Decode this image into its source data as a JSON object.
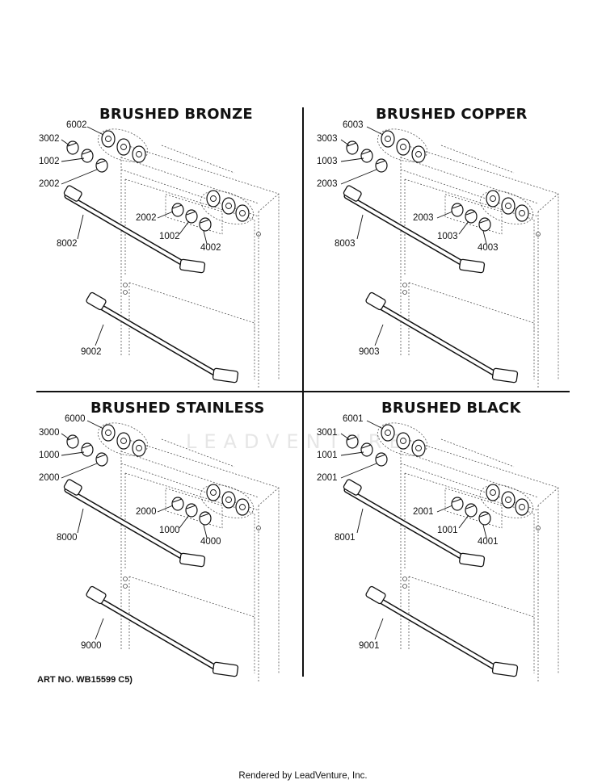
{
  "quadrants": [
    {
      "title": "BRUSHED BRONZE",
      "callouts": {
        "trim_ring": "6002",
        "knob_top": "3002",
        "knob_mid": "1002",
        "knob_low": "2002",
        "handle_upper": "8002",
        "panel_a": "2002",
        "panel_b": "1002",
        "panel_c": "4002",
        "handle_lower": "9002"
      }
    },
    {
      "title": "BRUSHED COPPER",
      "callouts": {
        "trim_ring": "6003",
        "knob_top": "3003",
        "knob_mid": "1003",
        "knob_low": "2003",
        "handle_upper": "8003",
        "panel_a": "2003",
        "panel_b": "1003",
        "panel_c": "4003",
        "handle_lower": "9003"
      }
    },
    {
      "title": "BRUSHED STAINLESS",
      "callouts": {
        "trim_ring": "6000",
        "knob_top": "3000",
        "knob_mid": "1000",
        "knob_low": "2000",
        "handle_upper": "8000",
        "panel_a": "2000",
        "panel_b": "1000",
        "panel_c": "4000",
        "handle_lower": "9000"
      }
    },
    {
      "title": "BRUSHED BLACK",
      "callouts": {
        "trim_ring": "6001",
        "knob_top": "3001",
        "knob_mid": "1001",
        "knob_low": "2001",
        "handle_upper": "8001",
        "panel_a": "2001",
        "panel_b": "1001",
        "panel_c": "4001",
        "handle_lower": "9001"
      }
    }
  ],
  "art_no": "ART NO. WB15599 C5)",
  "watermark": "LEADVENTURE",
  "footer": "Rendered by LeadVenture, Inc."
}
